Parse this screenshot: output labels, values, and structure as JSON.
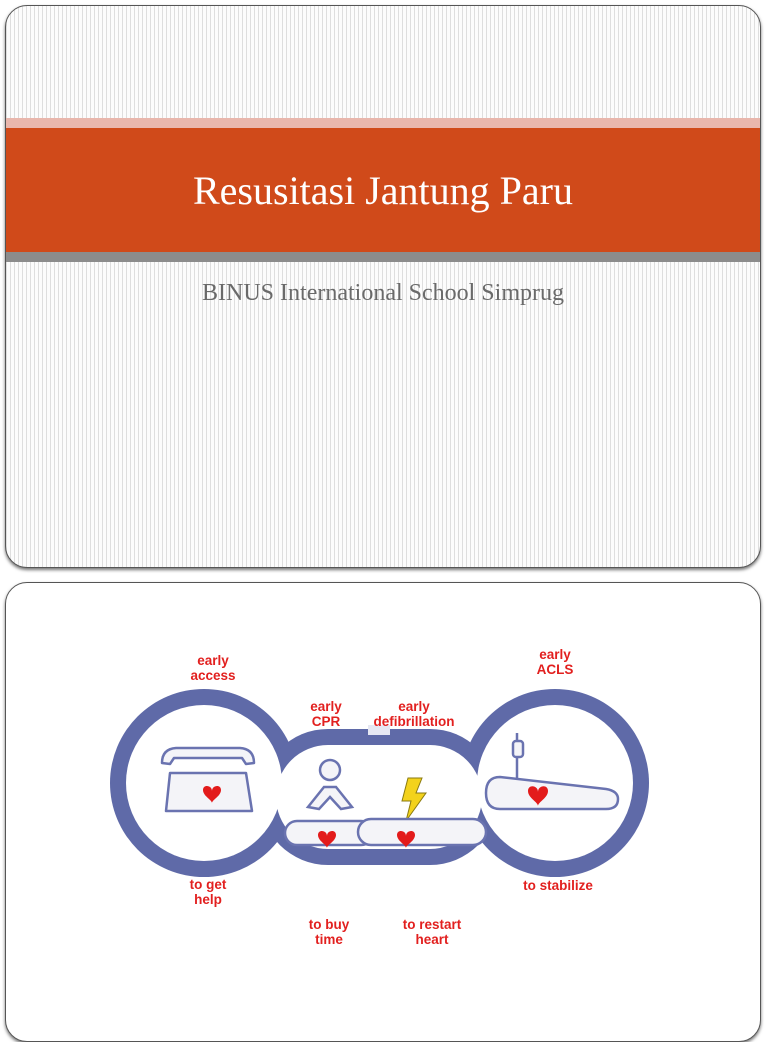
{
  "slide1": {
    "title": "Resusitasi Jantung Paru",
    "subtitle": "BINUS International School Simprug"
  },
  "slide2": {
    "labels": {
      "access_1": "early",
      "access_2": "access",
      "cpr_1": "early",
      "cpr_2": "CPR",
      "defib_1": "early",
      "defib_2": "defibrillation",
      "acls_1": "early",
      "acls_2": "ACLS",
      "help_1": "to get",
      "help_2": "help",
      "buy_1": "to buy",
      "buy_2": "time",
      "restart_1": "to restart",
      "restart_2": "heart",
      "stabilize": "to stabilize"
    }
  },
  "colors": {
    "title_band": "#d04a1a",
    "band_top": "#e9b7ad",
    "band_bottom": "#8c8c8c",
    "chain": "#5f6aa8",
    "label_red": "#e2201f",
    "heart_red": "#e31b1b",
    "bolt_yellow": "#f3d21c"
  },
  "icons": [
    "telephone-icon",
    "cpr-rescuer-icon",
    "patient-lying-icon",
    "lightning-bolt-icon",
    "iv-drip-icon",
    "heart-icon"
  ]
}
